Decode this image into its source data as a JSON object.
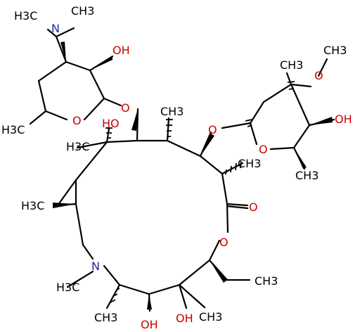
{
  "molecule": {
    "atom_labels": {
      "n_dimethylamino": "N",
      "n_ring": "N",
      "oxygen": "O",
      "hydroxyl": "OH",
      "hydroxyl_left": "HO",
      "methyl": "CH3",
      "methyl_left": "H3C",
      "methoxy_o": "O",
      "methoxy_ch3": "CH3"
    },
    "colors": {
      "oxygen": "#cc0000",
      "nitrogen": "#1f2a9a",
      "carbon": "#000000"
    }
  }
}
